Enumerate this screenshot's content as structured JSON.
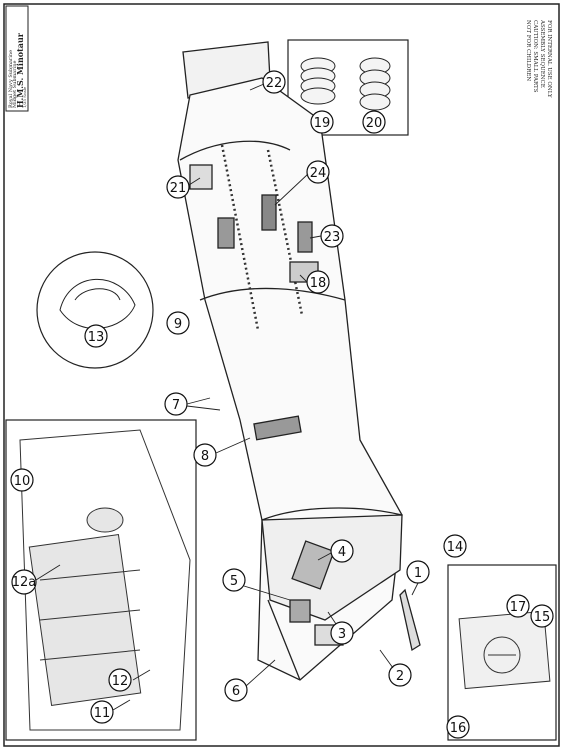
{
  "title_block": {
    "line1": "Royal Navy Submarine",
    "line2": "Midget Submarine",
    "line3": "H.M.S. Minotaur",
    "line4": "1/35 Scale",
    "line5": "Instructions"
  },
  "notes": {
    "line1": "FOR INTERNAL USE ONLY",
    "line2": "ASSEMBLY SEQUENCE",
    "line3": "CAUTION: SMALL PARTS",
    "line4": "NOT FOR CHILDREN"
  },
  "callouts": {
    "c1": "1",
    "c2": "2",
    "c3": "3",
    "c4": "4",
    "c5": "5",
    "c6": "6",
    "c7": "7",
    "c8": "8",
    "c9": "9",
    "c10": "10",
    "c11": "11",
    "c12": "12",
    "c12a": "12a",
    "c13": "13",
    "c14": "14",
    "c15": "15",
    "c16": "16",
    "c17": "17",
    "c18": "18",
    "c19": "19",
    "c20": "20",
    "c21": "21",
    "c22": "22",
    "c23": "23",
    "c24": "24"
  }
}
